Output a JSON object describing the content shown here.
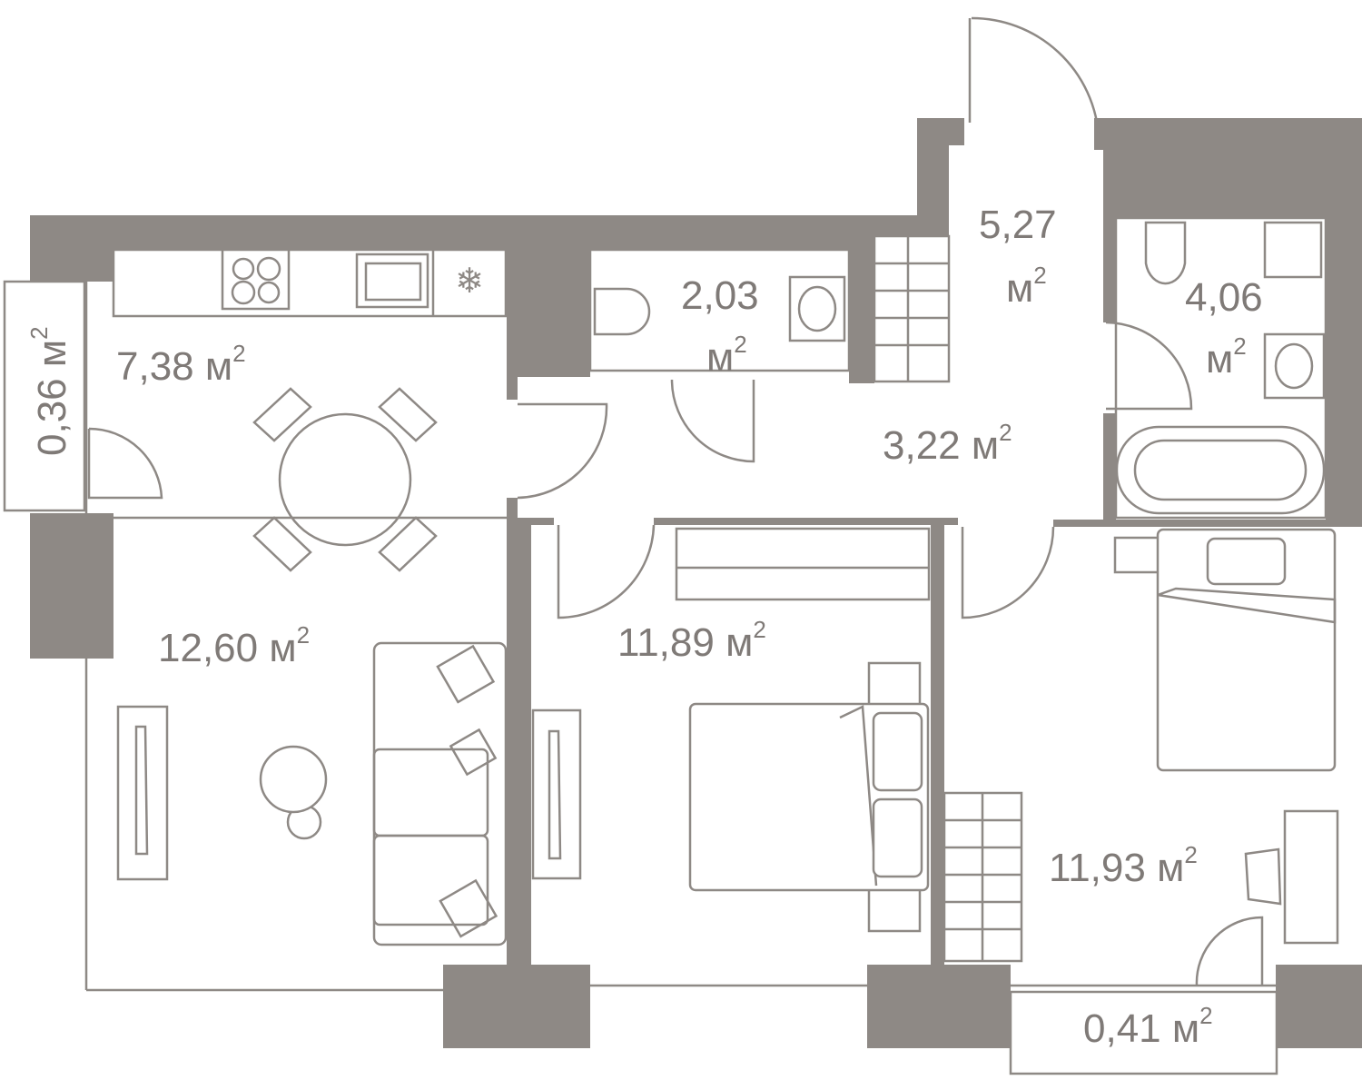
{
  "plan": {
    "unit": "м",
    "unit_power": "2",
    "rooms": [
      {
        "name": "kitchen",
        "area": "7,38"
      },
      {
        "name": "living-room",
        "area": "12,60"
      },
      {
        "name": "toilet",
        "area": "2,03"
      },
      {
        "name": "entrance-hall",
        "area": "5,27"
      },
      {
        "name": "bathroom",
        "area": "4,06"
      },
      {
        "name": "corridor",
        "area": "3,22"
      },
      {
        "name": "bedroom-1",
        "area": "11,89"
      },
      {
        "name": "bedroom-2",
        "area": "11,93"
      },
      {
        "name": "balcony-left",
        "area": "0,36"
      },
      {
        "name": "balcony-bottom",
        "area": "0,41"
      }
    ]
  },
  "colors": {
    "wall": "#8e8985",
    "line": "#8e8985",
    "text": "#7f7a77"
  }
}
